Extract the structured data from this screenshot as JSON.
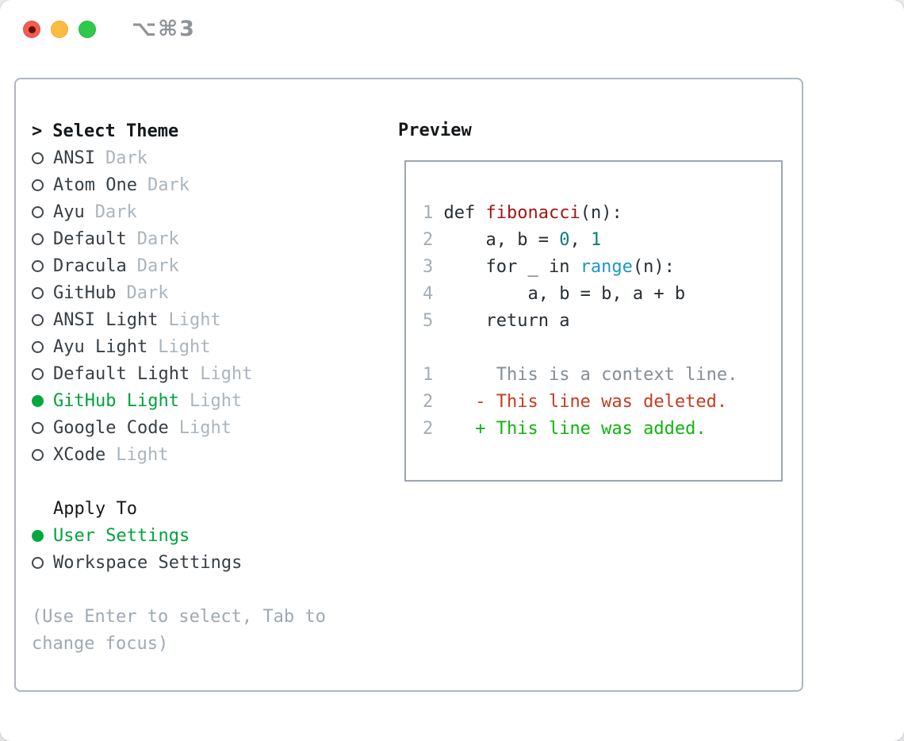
{
  "window": {
    "shortcut": "⌥⌘3"
  },
  "colors": {
    "selected_green": "#00a83e",
    "added_green": "#0eb50e",
    "deleted_red": "#c63c20",
    "function_red": "#a31614",
    "number_teal": "#0a7d78",
    "builtin_blue": "#1e97c5",
    "muted_gray": "#abb4bd",
    "traffic_red": "#f25c51",
    "traffic_yellow": "#fcbc40",
    "traffic_green": "#2fc84b"
  },
  "theme_picker": {
    "prompt": ">",
    "title": "Select Theme",
    "themes": [
      {
        "name": "ANSI",
        "tag": "Dark",
        "selected": false
      },
      {
        "name": "Atom One",
        "tag": "Dark",
        "selected": false
      },
      {
        "name": "Ayu",
        "tag": "Dark",
        "selected": false
      },
      {
        "name": "Default",
        "tag": "Dark",
        "selected": false
      },
      {
        "name": "Dracula",
        "tag": "Dark",
        "selected": false
      },
      {
        "name": "GitHub",
        "tag": "Dark",
        "selected": false
      },
      {
        "name": "ANSI Light",
        "tag": "Light",
        "selected": false
      },
      {
        "name": "Ayu Light",
        "tag": "Light",
        "selected": false
      },
      {
        "name": "Default Light",
        "tag": "Light",
        "selected": false
      },
      {
        "name": "GitHub Light",
        "tag": "Light",
        "selected": true
      },
      {
        "name": "Google Code",
        "tag": "Light",
        "selected": false
      },
      {
        "name": "XCode",
        "tag": "Light",
        "selected": false
      }
    ],
    "apply_to": {
      "title": "Apply To",
      "options": [
        {
          "name": "User Settings",
          "selected": true
        },
        {
          "name": "Workspace Settings",
          "selected": false
        }
      ]
    },
    "help_lines": [
      "(Use Enter to select, Tab to",
      "change focus)"
    ]
  },
  "preview": {
    "title": "Preview",
    "lines": [
      {
        "segments": [
          {
            "text": "1 ",
            "style": "ln"
          },
          {
            "text": "def ",
            "style": "code"
          },
          {
            "text": "fibonacci",
            "style": "fn"
          },
          {
            "text": "(n):",
            "style": "code"
          }
        ]
      },
      {
        "segments": [
          {
            "text": "2 ",
            "style": "ln"
          },
          {
            "text": "    a, b = ",
            "style": "code"
          },
          {
            "text": "0",
            "style": "num"
          },
          {
            "text": ", ",
            "style": "code"
          },
          {
            "text": "1",
            "style": "num"
          }
        ]
      },
      {
        "segments": [
          {
            "text": "3 ",
            "style": "ln"
          },
          {
            "text": "    for _ in ",
            "style": "code"
          },
          {
            "text": "range",
            "style": "bi"
          },
          {
            "text": "(n):",
            "style": "code"
          }
        ]
      },
      {
        "segments": [
          {
            "text": "4 ",
            "style": "ln"
          },
          {
            "text": "        a, b = b, a + b",
            "style": "code"
          }
        ]
      },
      {
        "segments": [
          {
            "text": "5 ",
            "style": "ln"
          },
          {
            "text": "    return a",
            "style": "code"
          }
        ]
      },
      {
        "segments": []
      },
      {
        "segments": [
          {
            "text": "1 ",
            "style": "ln"
          },
          {
            "text": "     This is a context line.",
            "style": "ctx"
          }
        ]
      },
      {
        "segments": [
          {
            "text": "2 ",
            "style": "ln"
          },
          {
            "text": "   - This line was deleted.",
            "style": "del"
          }
        ]
      },
      {
        "segments": [
          {
            "text": "2 ",
            "style": "ln"
          },
          {
            "text": "   + This line was added.",
            "style": "add"
          }
        ]
      }
    ]
  }
}
